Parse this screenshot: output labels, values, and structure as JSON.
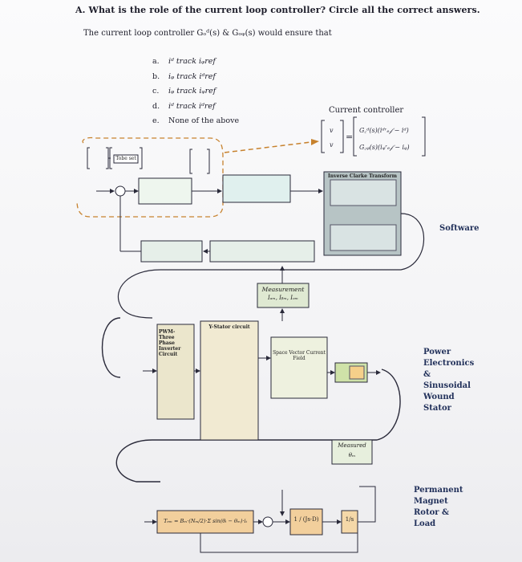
{
  "question": {
    "title": "A.  What is the role of the current loop controller? Circle all the correct answers.",
    "stem": "The current loop controller Gₒᵈ(s) & Gₒᵩ(s) would ensure that",
    "options": [
      {
        "key": "a.",
        "text": "iᵈ track iᵩref"
      },
      {
        "key": "b.",
        "text": "iᵩ track iᵈref"
      },
      {
        "key": "c.",
        "text": "iᵩ track iᵩref"
      },
      {
        "key": "d.",
        "text": "iᵈ track iᵈref"
      },
      {
        "key": "e.",
        "text": "None of the above"
      }
    ]
  },
  "diagram": {
    "current_controller_label": "Current controller",
    "tobe_label": "Tobe set",
    "measurement_label": "Measurement",
    "measurement_sub": "Iₐₘ, Iᵦₘ, Iₒₘ",
    "inverse_clarke_label": "Inverse Clarke Transform",
    "y_stator_label": "Y-Stator circuit",
    "space_vector_label": "Space Vector Current Field",
    "pwm_label": "PWM-Three Phase Inverter Circuit",
    "measured_label": "Measured",
    "measured_sub": "θₘ",
    "feedback_transfer": "1 / (Js·D)",
    "integrator": "1/s",
    "torque_eq": "Tₑₘ = Bₘ·(Nₘ/2)·Σ sin(θᵢ − θₘ)·iᵢ"
  },
  "side_labels": {
    "software": "Software",
    "power": [
      "Power",
      "Electronics",
      "&",
      "Sinusoidal",
      "Wound",
      "Stator"
    ],
    "magnet": [
      "Permanent",
      "Magnet",
      "Rotor &",
      "Load"
    ]
  }
}
